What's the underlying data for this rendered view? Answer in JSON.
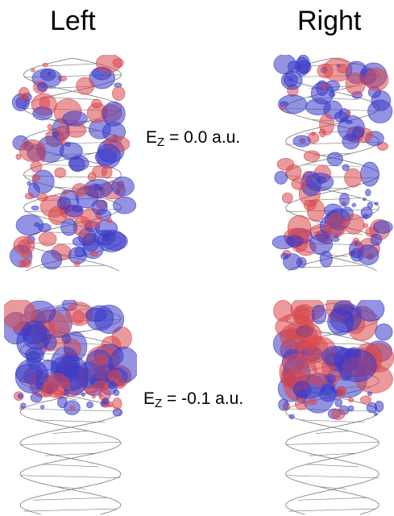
{
  "headers": {
    "left": "Left",
    "right": "Right"
  },
  "field_labels": [
    {
      "sym": "E",
      "sub": "Z",
      "value": " = 0.0 a.u."
    },
    {
      "sym": "E",
      "sub": "Z",
      "value": " = -0.1 a.u."
    }
  ],
  "colors": {
    "positive_lobe": "#d9474b",
    "negative_lobe": "#3b3bc8",
    "backbone": "#7a7a7a"
  }
}
